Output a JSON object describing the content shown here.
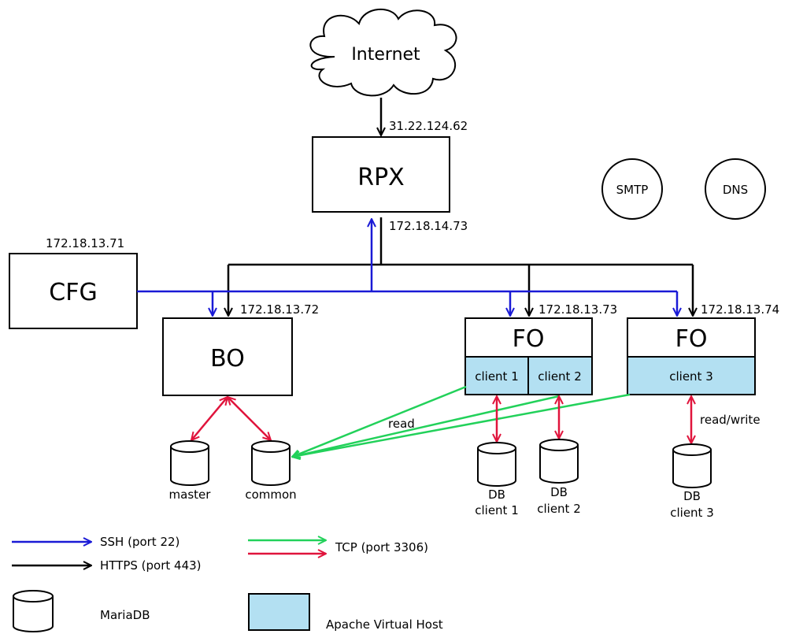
{
  "nodes": {
    "internet": "Internet",
    "rpx": "RPX",
    "cfg": "CFG",
    "bo": "BO",
    "fo1": "FO",
    "fo2": "FO",
    "smtp": "SMTP",
    "dns": "DNS"
  },
  "ips": {
    "public": "31.22.124.62",
    "rpx_internal": "172.18.14.73",
    "cfg": "172.18.13.71",
    "bo": "172.18.13.72",
    "fo1": "172.18.13.73",
    "fo2": "172.18.13.74"
  },
  "vhosts": {
    "client1": "client 1",
    "client2": "client 2",
    "client3": "client 3"
  },
  "databases": {
    "master": "master",
    "common": "common",
    "db1_line1": "DB",
    "db1_line2": "client 1",
    "db2_line1": "DB",
    "db2_line2": "client 2",
    "db3_line1": "DB",
    "db3_line2": "client 3"
  },
  "edge_labels": {
    "read": "read",
    "read_write": "read/write"
  },
  "legend": {
    "ssh": "SSH (port 22)",
    "https": "HTTPS (port 443)",
    "tcp": "TCP (port 3306)",
    "mariadb": "MariaDB",
    "vhost": "Apache Virtual Host"
  },
  "colors": {
    "ssh": "#1a1ad6",
    "https": "#000000",
    "tcp_read": "#22d15a",
    "tcp_readwrite": "#e0143c",
    "vhost_fill": "#b3e0f2"
  }
}
